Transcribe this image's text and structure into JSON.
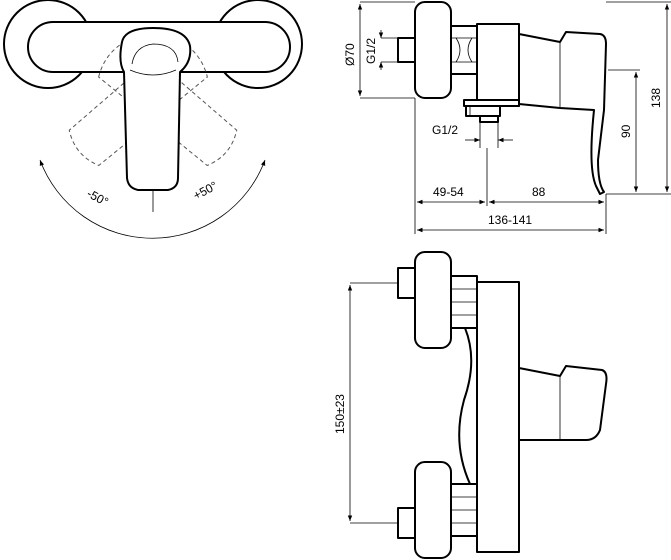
{
  "top_view": {
    "left_angle": "-50°",
    "right_angle": "+50°"
  },
  "side_view": {
    "flange_diameter": "Ø70",
    "inlet_thread": "G1/2",
    "outlet_thread": "G1/2",
    "overall_height": "138",
    "spout_height": "90",
    "wall_offset": "49-54",
    "body_depth": "88",
    "total_depth": "136-141"
  },
  "front_view": {
    "inlet_spacing": "150±23"
  }
}
